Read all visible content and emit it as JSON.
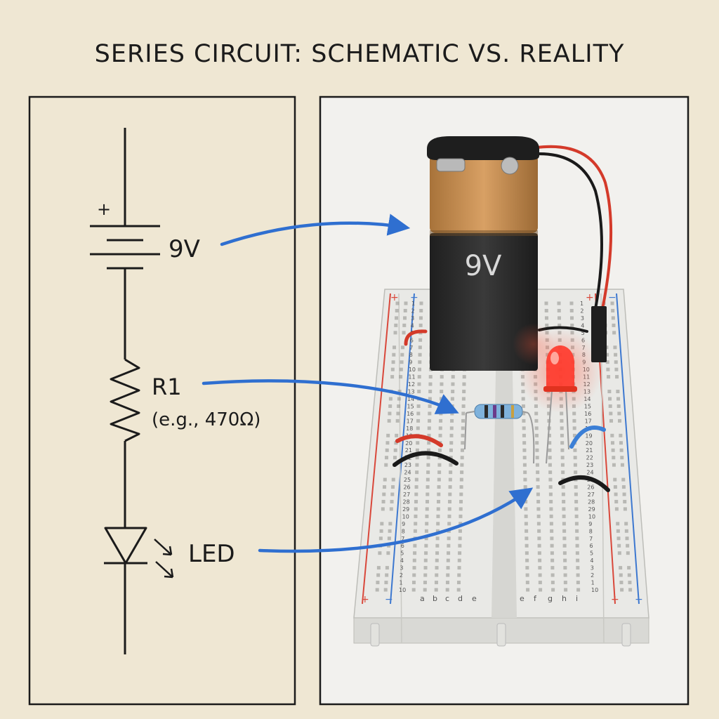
{
  "title": "SERIES CIRCUIT: SCHEMATIC VS. REALITY",
  "schematic": {
    "plus_sign": "+",
    "battery_label": "9V",
    "resistor_label": "R1",
    "resistor_value": "(e.g., 470Ω)",
    "led_label": "LED"
  },
  "photo": {
    "battery_text": "9V",
    "breadboard_columns_left": [
      "a",
      "b",
      "c",
      "d",
      "e"
    ],
    "breadboard_columns_right": [
      "e",
      "f",
      "g",
      "h",
      "i"
    ],
    "rail_plus": "+",
    "rail_minus": "−",
    "row_numbers_left": [
      "1",
      "2",
      "3",
      "4",
      "5",
      "6",
      "7",
      "8",
      "9",
      "10",
      "11",
      "12",
      "13",
      "14",
      "15",
      "16",
      "17",
      "18",
      "19",
      "20",
      "21",
      "22",
      "23",
      "24",
      "25",
      "26",
      "27",
      "28",
      "29",
      "10",
      "9",
      "8",
      "7",
      "6",
      "5",
      "4",
      "3",
      "2",
      "1",
      "10"
    ],
    "row_numbers_right": [
      "1",
      "2",
      "3",
      "4",
      "5",
      "6",
      "7",
      "8",
      "9",
      "10",
      "11",
      "12",
      "13",
      "14",
      "15",
      "16",
      "17",
      "18",
      "19",
      "20",
      "21",
      "22",
      "23",
      "24",
      "25",
      "26",
      "27",
      "28",
      "29",
      "10",
      "9",
      "8",
      "7",
      "6",
      "5",
      "4",
      "3",
      "2",
      "1",
      "10"
    ]
  },
  "colors": {
    "paper": "#efe7d3",
    "ink": "#1b1b1b",
    "arrow": "#2f6fd0",
    "battery_copper": "#c08a4a",
    "battery_body": "#2a2a2a",
    "led_red": "#ff3b2e",
    "wire_red": "#d43a2a",
    "wire_black": "#1a1a1a",
    "wire_blue": "#3b7fd6",
    "rail_red": "#d9483b",
    "rail_blue": "#3d78d0"
  }
}
